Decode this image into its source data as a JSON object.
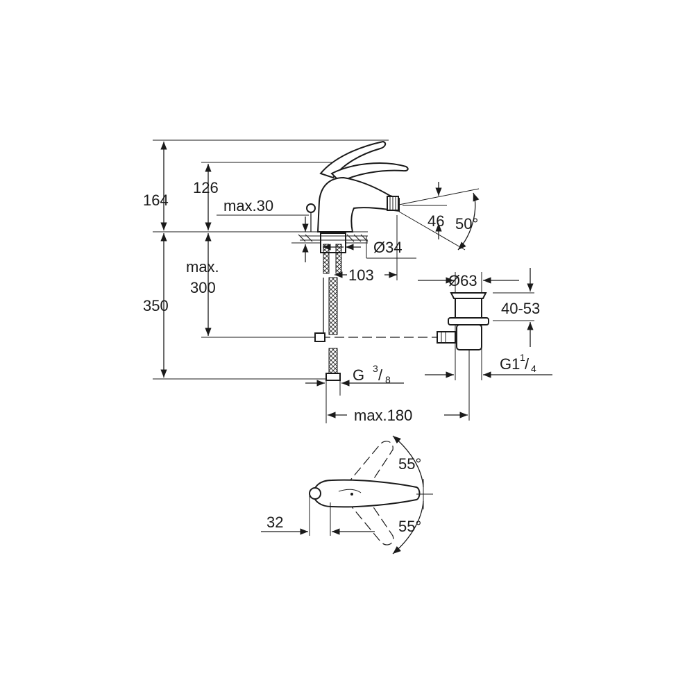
{
  "dimensions": {
    "d164": "164",
    "d126": "126",
    "max30": "max.30",
    "d46": "46",
    "angle50": "50°",
    "dia34": "Ø34",
    "d103": "103",
    "max300_line1": "max.",
    "max300_line2": "300",
    "d350": "350",
    "dia63": "Ø63",
    "d4053": "40-53",
    "g38_main": "G",
    "g38_num": "3",
    "g38_den": "8",
    "g114_main": "G1",
    "g114_num": "1",
    "g114_den": "4",
    "max180": "max.180",
    "angle55_top": "55°",
    "angle55_bottom": "55°",
    "d32": "32"
  },
  "colors": {
    "line": "#1a1a1a",
    "background": "#ffffff"
  }
}
